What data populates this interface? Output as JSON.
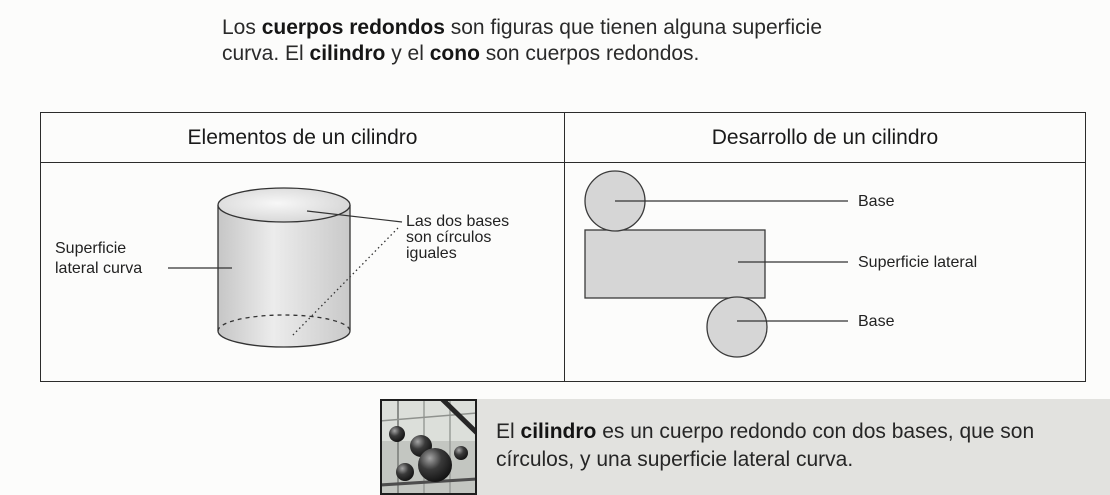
{
  "intro": {
    "line1": [
      "Los ",
      "cuerpos redondos",
      " son figuras que tienen alguna superficie"
    ],
    "line2": [
      "curva. El ",
      "cilindro",
      " y el ",
      "cono",
      " son cuerpos redondos."
    ]
  },
  "table": {
    "headers": [
      "Elementos de un cilindro",
      "Desarrollo de un cilindro"
    ],
    "cylinder": {
      "lateral_label": [
        "Superficie",
        "lateral curva"
      ],
      "bases_label": [
        "Las dos bases",
        "son círculos",
        "iguales"
      ]
    },
    "net": {
      "top_base_label": "Base",
      "lateral_label": "Superficie lateral",
      "bottom_base_label": "Base"
    }
  },
  "note": {
    "line1": [
      "El ",
      "cilindro",
      " es un cuerpo redondo con dos bases, que son"
    ],
    "line2": "círculos, y una superficie lateral curva.",
    "image_icon": "spheres-photo"
  },
  "colors": {
    "text": "#222222",
    "rule": "#2b2b2b",
    "shape_fill": "#d6d6d6",
    "note_background": "#e2e2df"
  }
}
